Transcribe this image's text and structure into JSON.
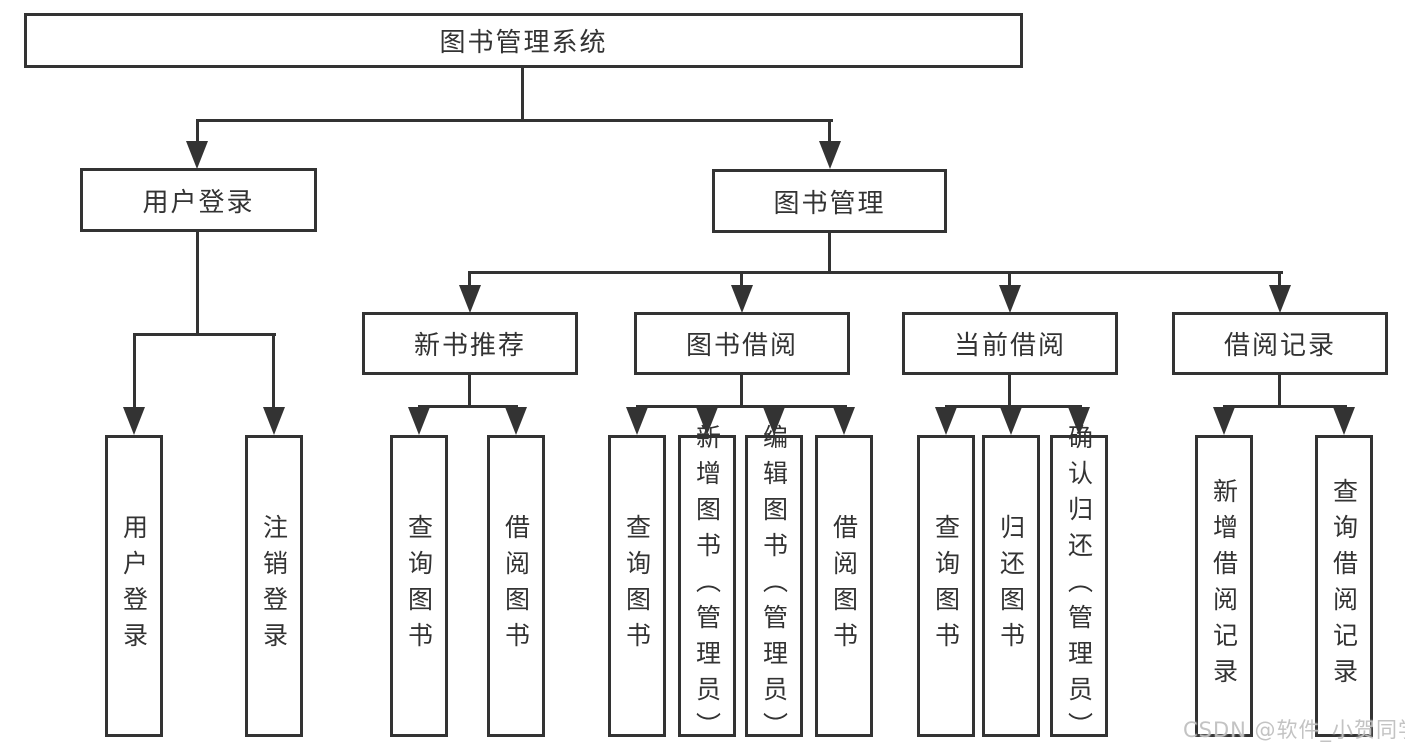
{
  "tree": {
    "root": {
      "label": "图书管理系统"
    },
    "level2": [
      {
        "label": "用户登录"
      },
      {
        "label": "图书管理"
      }
    ],
    "level3": [
      {
        "label": "新书推荐"
      },
      {
        "label": "图书借阅"
      },
      {
        "label": "当前借阅"
      },
      {
        "label": "借阅记录"
      }
    ],
    "leaves": {
      "user_login": [
        {
          "label": "用户登录"
        },
        {
          "label": "注销登录"
        }
      ],
      "new_book": [
        {
          "label": "查询图书"
        },
        {
          "label": "借阅图书"
        }
      ],
      "book_borrow": [
        {
          "label": "查询图书"
        },
        {
          "label": "新增图书（管理员）"
        },
        {
          "label": "编辑图书（管理员）"
        },
        {
          "label": "借阅图书"
        }
      ],
      "current_borrow": [
        {
          "label": "查询图书"
        },
        {
          "label": "归还图书"
        },
        {
          "label": "确认归还（管理员）"
        }
      ],
      "borrow_record": [
        {
          "label": "新增借阅记录"
        },
        {
          "label": "查询借阅记录"
        }
      ]
    }
  },
  "watermark": {
    "text": "CSDN @软件_小贺同学"
  },
  "colors": {
    "line": "#333333",
    "text": "#333333",
    "background": "#ffffff",
    "watermark": "#bebebe"
  }
}
